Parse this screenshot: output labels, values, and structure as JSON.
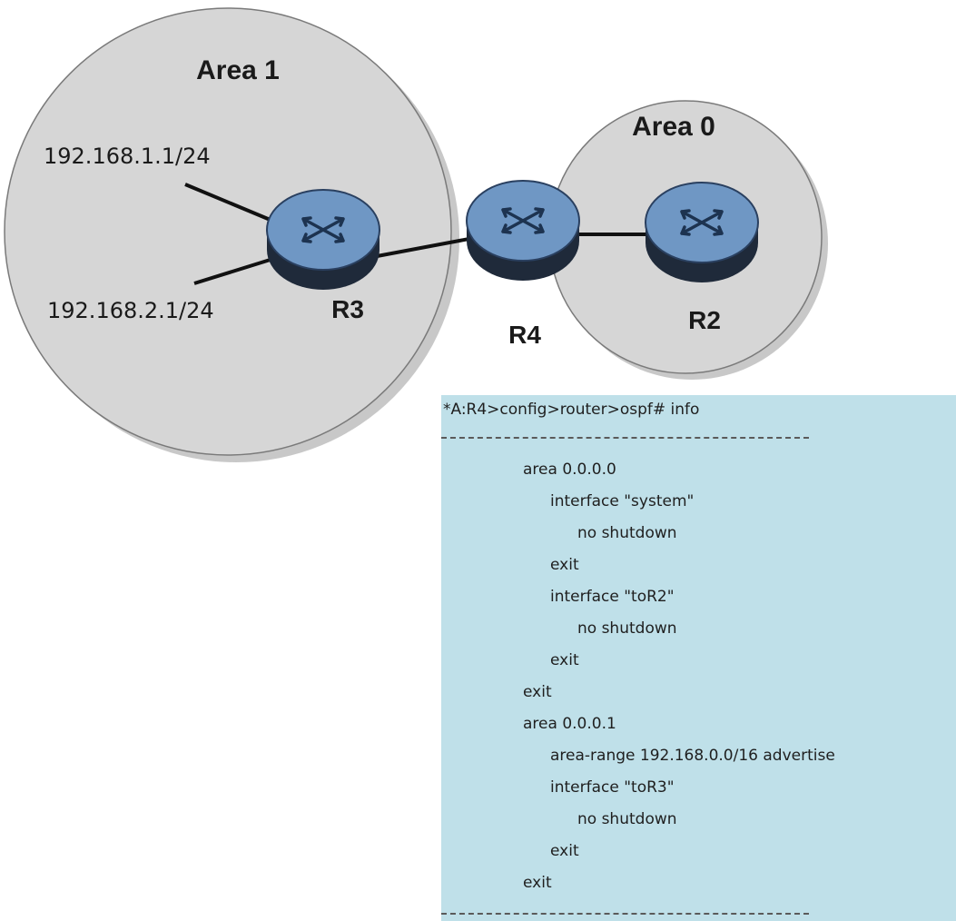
{
  "areas": [
    {
      "id": "area1",
      "label": "Area 1",
      "fill": "#d6d6d6"
    },
    {
      "id": "area0",
      "label": "Area 0",
      "fill": "#d6d6d6"
    }
  ],
  "routers": [
    {
      "id": "r3",
      "label": "R3"
    },
    {
      "id": "r4",
      "label": "R4"
    },
    {
      "id": "r2",
      "label": "R2"
    }
  ],
  "networks": [
    {
      "id": "net1",
      "label": "192.168.1.1/24"
    },
    {
      "id": "net2",
      "label": "192.168.2.1/24"
    }
  ],
  "colors": {
    "router_top": "#6f97c4",
    "router_side": "#1f2a3a",
    "arrow": "#1d3350",
    "cli_background": "#bfe0e9"
  },
  "cli": {
    "prompt": "*A:R4>config>router>ospf# info",
    "lines": [
      {
        "text": "area 0.0.0.0",
        "indent": 0
      },
      {
        "text": "interface \"system\"",
        "indent": 1
      },
      {
        "text": "no shutdown",
        "indent": 2
      },
      {
        "text": "exit",
        "indent": 1
      },
      {
        "text": "interface \"toR2\"",
        "indent": 1
      },
      {
        "text": "no shutdown",
        "indent": 2
      },
      {
        "text": "exit",
        "indent": 1
      },
      {
        "text": "exit",
        "indent": 0
      },
      {
        "text": "area 0.0.0.1",
        "indent": 0
      },
      {
        "text": "area-range 192.168.0.0/16 advertise",
        "indent": 1
      },
      {
        "text": "interface \"toR3\"",
        "indent": 1
      },
      {
        "text": "no shutdown",
        "indent": 2
      },
      {
        "text": "exit",
        "indent": 1
      },
      {
        "text": "exit",
        "indent": 0
      }
    ]
  }
}
